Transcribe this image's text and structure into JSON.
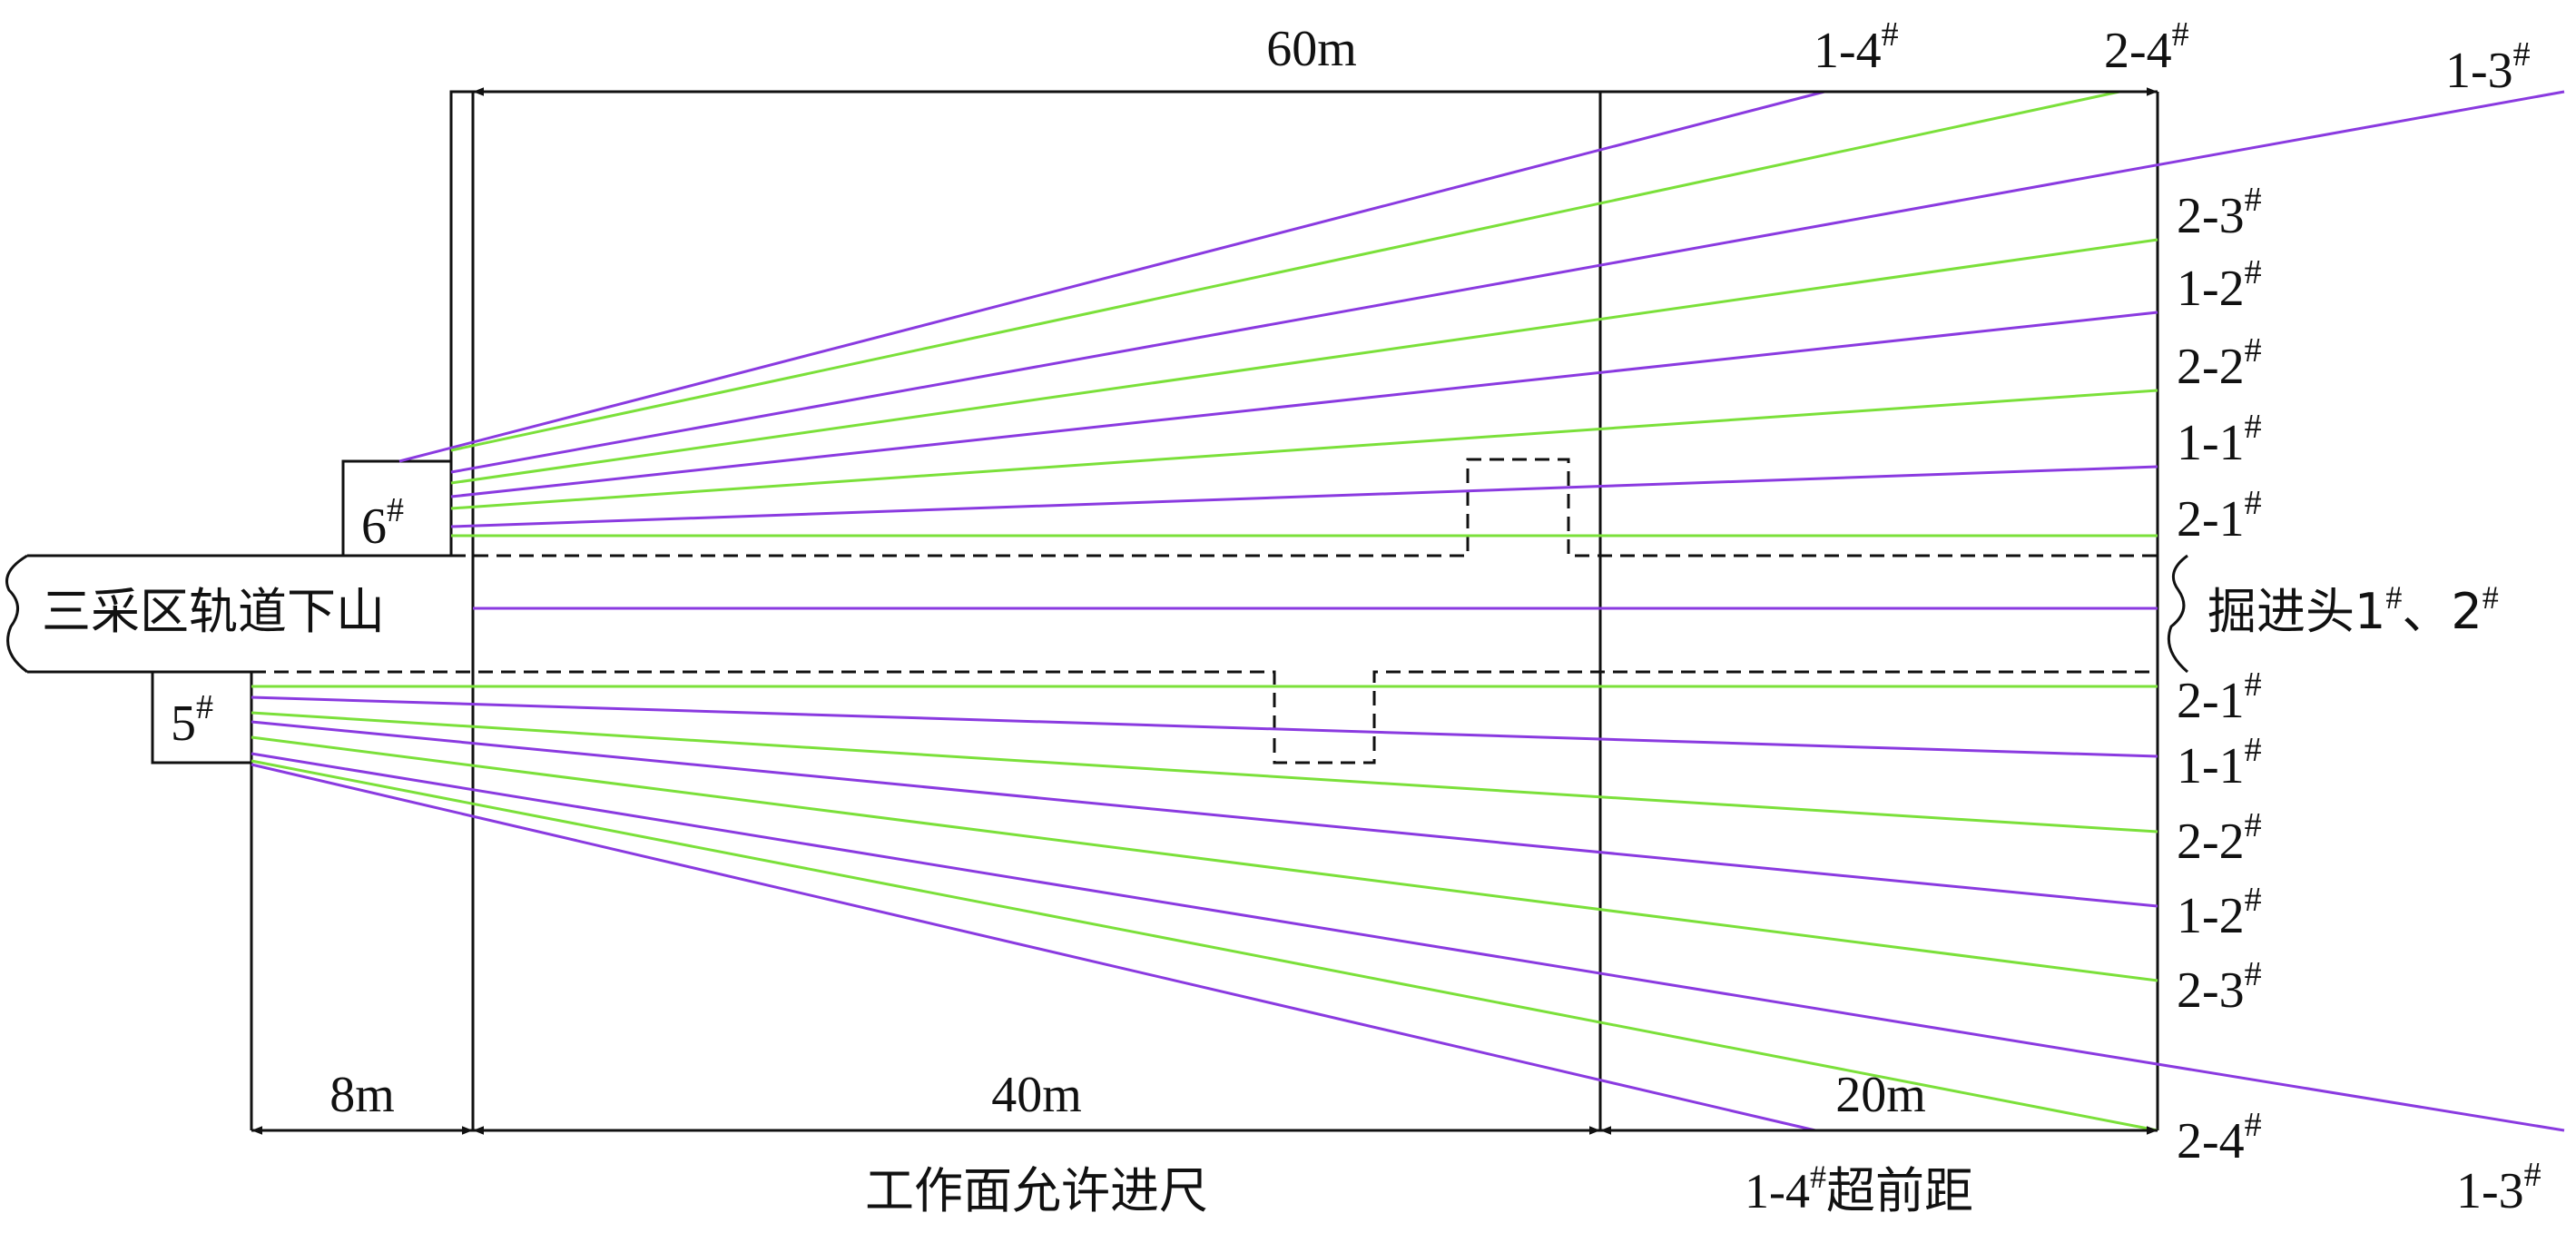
{
  "labels": {
    "dim_top": "60m",
    "dim_left": "8m",
    "dim_mid": "40m",
    "dim_right": "20m",
    "caption_left": "工作面允许进尺",
    "caption_right_prefix": "1-4",
    "caption_right_suffix": "超前距",
    "roadway_left": "三采区轨道下山",
    "roadway_right_prefix": "掘进头1",
    "roadway_right_mid": "、2",
    "site_upper": "6",
    "site_lower": "5",
    "sup": "#"
  },
  "colors": {
    "purple": "#8a3ae0",
    "green": "#7be03a",
    "ink": "#111111"
  },
  "upper_holes": [
    {
      "label": "1-4",
      "color": "purple"
    },
    {
      "label": "2-4",
      "color": "green"
    },
    {
      "label": "1-3",
      "color": "purple"
    },
    {
      "label": "2-3",
      "color": "green"
    },
    {
      "label": "1-2",
      "color": "purple"
    },
    {
      "label": "2-2",
      "color": "green"
    },
    {
      "label": "1-1",
      "color": "purple"
    },
    {
      "label": "2-1",
      "color": "green"
    }
  ],
  "lower_holes": [
    {
      "label": "2-1",
      "color": "green"
    },
    {
      "label": "1-1",
      "color": "purple"
    },
    {
      "label": "2-2",
      "color": "green"
    },
    {
      "label": "1-2",
      "color": "purple"
    },
    {
      "label": "2-3",
      "color": "green"
    },
    {
      "label": "1-3",
      "color": "purple"
    },
    {
      "label": "2-4",
      "color": "green"
    },
    {
      "label": "1-4",
      "color": "purple"
    }
  ]
}
